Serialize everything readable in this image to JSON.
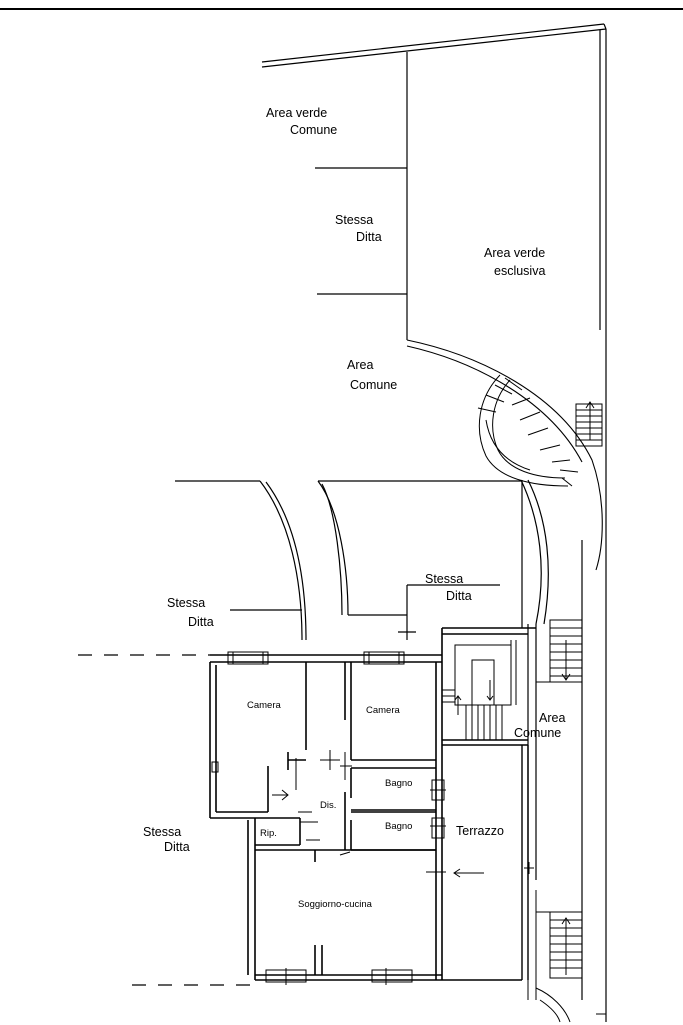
{
  "plan": {
    "labels": {
      "area_verde_comune": [
        "Area verde",
        "Comune"
      ],
      "stessa_ditta_top": [
        "Stessa",
        "Ditta"
      ],
      "area_verde_esclusiva": [
        "Area verde",
        "esclusiva"
      ],
      "area_comune_mid": [
        "Area",
        "Comune"
      ],
      "stessa_ditta_center": [
        "Stessa",
        "Ditta"
      ],
      "stessa_ditta_left": [
        "Stessa",
        "Ditta"
      ],
      "area_comune_right": [
        "Area",
        "Comune"
      ],
      "stessa_ditta_bottom": [
        "Stessa",
        "Ditta"
      ]
    },
    "rooms": {
      "camera_1": "Camera",
      "camera_2": "Camera",
      "bagno_1": "Bagno",
      "dis": "Dis.",
      "bagno_2": "Bagno",
      "rip": "Rip.",
      "terrazzo": "Terrazzo",
      "soggiorno": "Soggiorno-cucina"
    }
  }
}
